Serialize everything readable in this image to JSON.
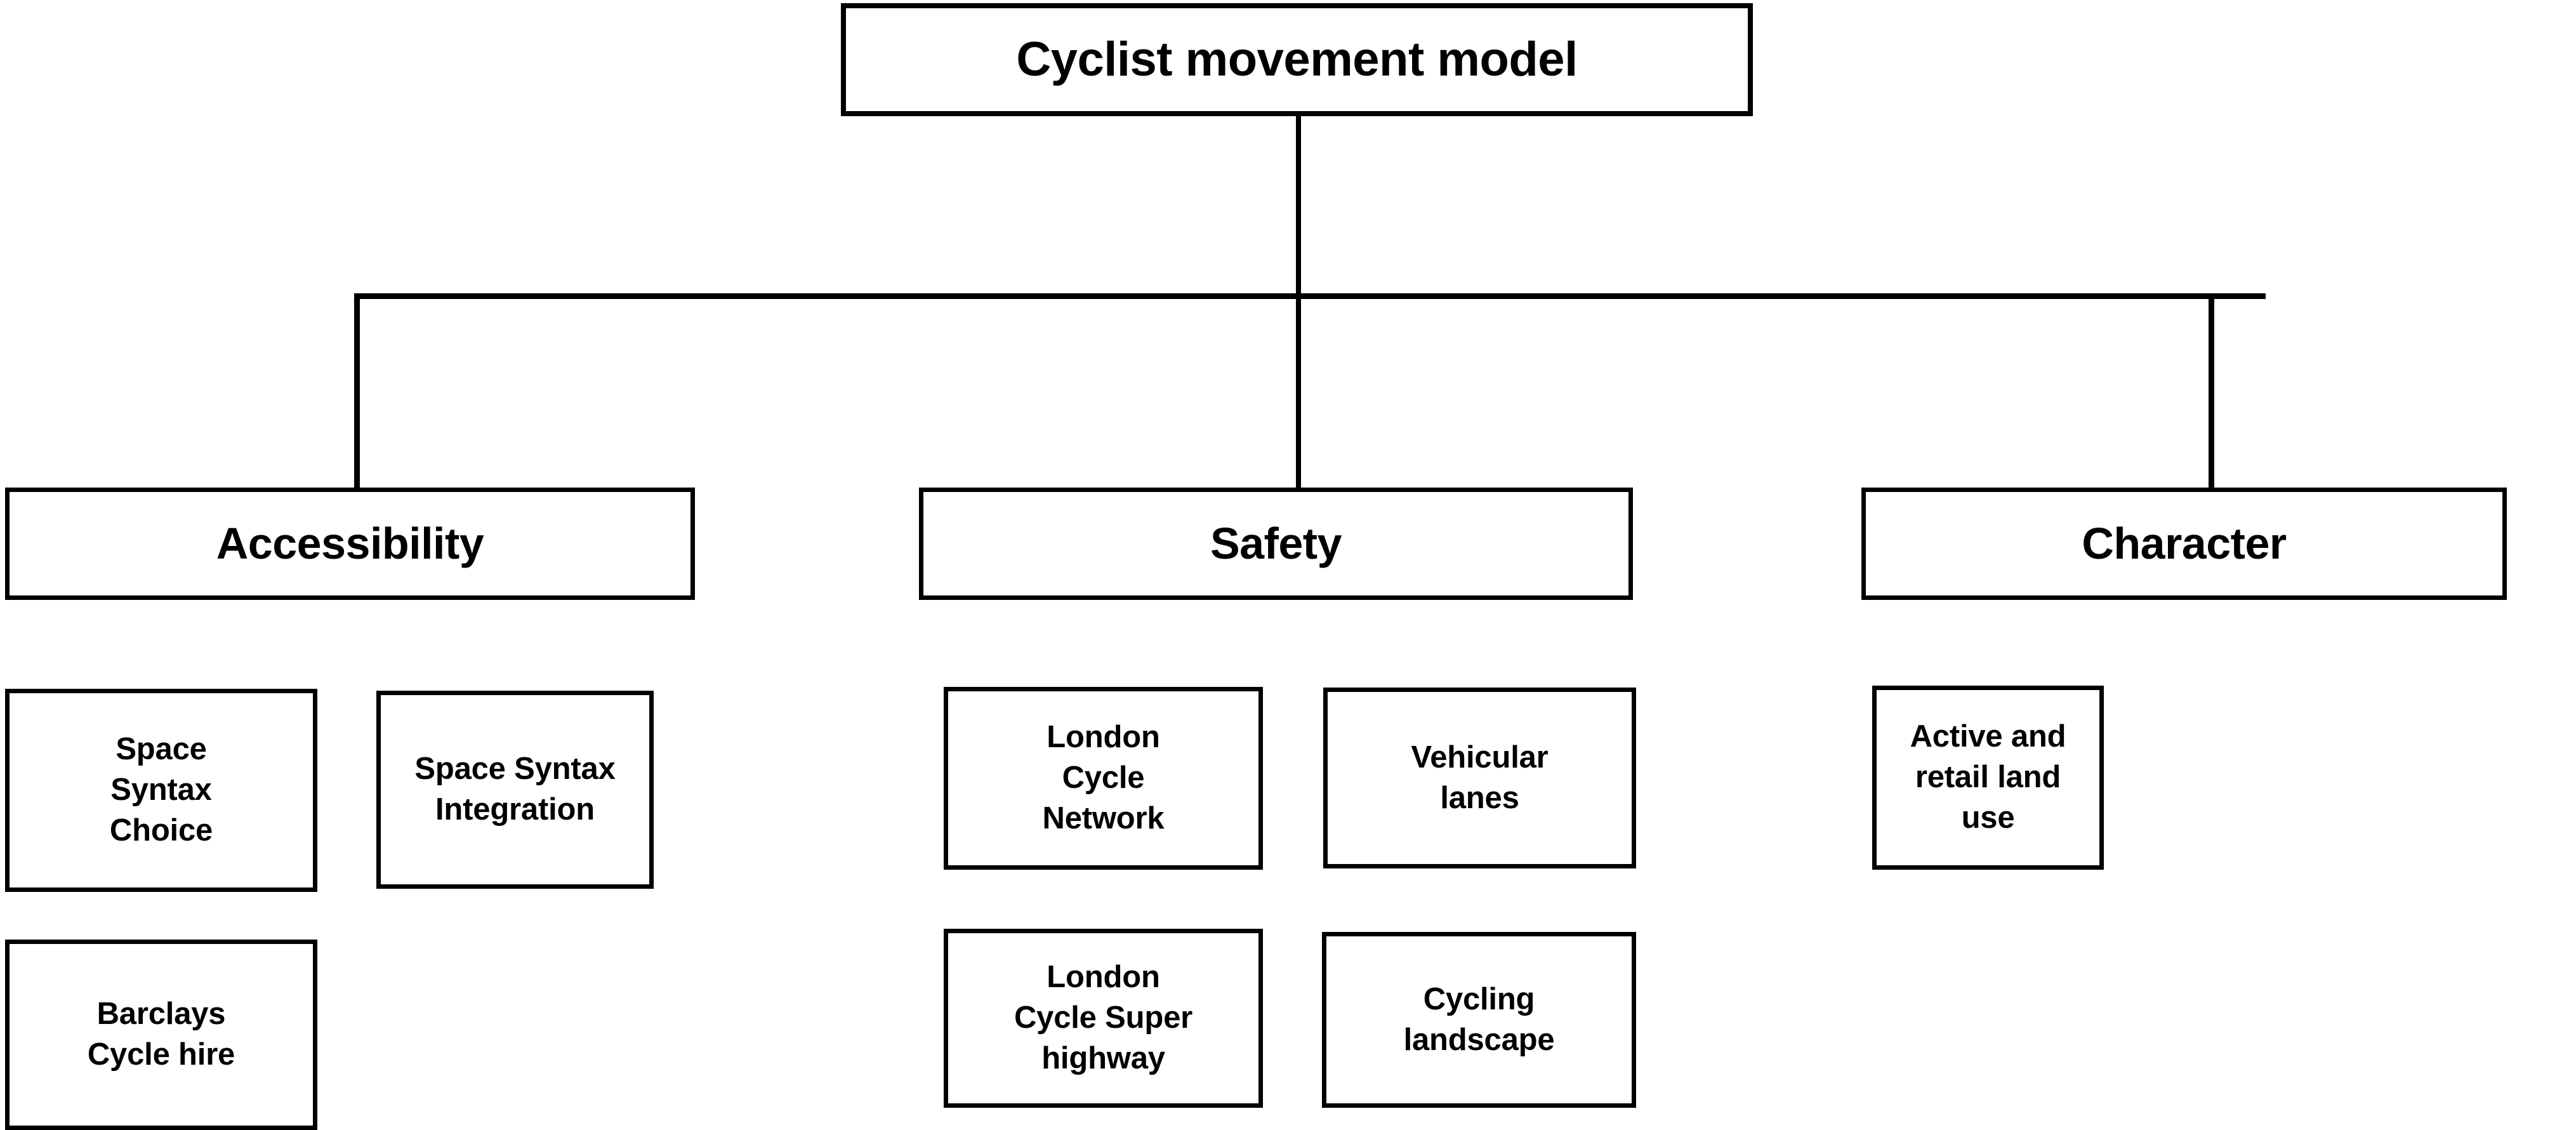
{
  "diagram": {
    "title": "Cyclist movement model",
    "type": "hierarchy-tree",
    "levels": 3,
    "root": {
      "label": "Cyclist movement model"
    },
    "categories": [
      {
        "label": "Accessibility"
      },
      {
        "label": "Safety"
      },
      {
        "label": "Character"
      }
    ],
    "leaves": {
      "accessibility": [
        {
          "label": "Space\nSyntax\nChoice"
        },
        {
          "label": "Space Syntax\nIntegration"
        },
        {
          "label": "Barclays\nCycle hire"
        }
      ],
      "safety": [
        {
          "label": "London\nCycle\nNetwork"
        },
        {
          "label": "Vehicular\nlanes"
        },
        {
          "label": "London\nCycle Super\nhighway"
        },
        {
          "label": "Cycling\nlandscape"
        }
      ],
      "character": [
        {
          "label": "Active and\nretail land\nuse"
        }
      ]
    },
    "colors": {
      "background": "#ffffff",
      "stroke": "#000000",
      "text": "#000000"
    }
  }
}
